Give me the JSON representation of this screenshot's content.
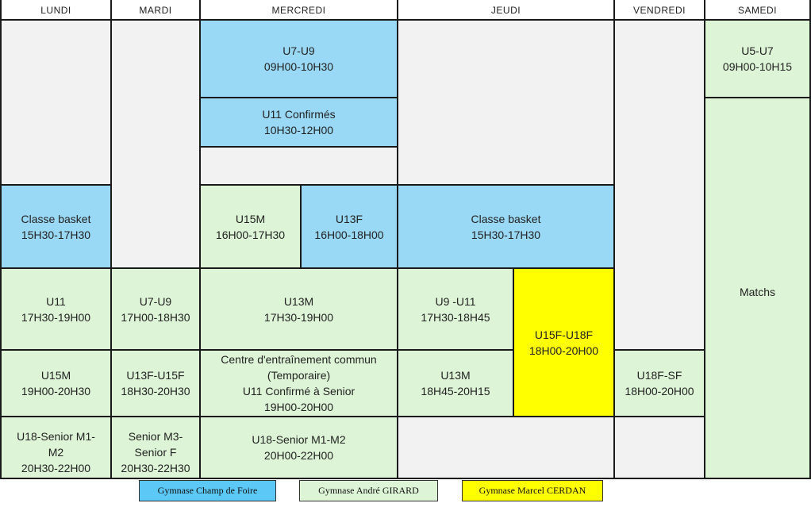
{
  "days": [
    "LUNDI",
    "MARDI",
    "MERCREDI",
    "JEUDI",
    "VENDREDI",
    "SAMEDI"
  ],
  "slots": {
    "mer_u7u9": [
      "U7-U9",
      "09H00-10H30"
    ],
    "mer_u11c": [
      "U11 Confirmés",
      "10H30-12H00"
    ],
    "sam_u5u7": [
      "U5-U7",
      "09H00-10H15"
    ],
    "sam_matchs": [
      "Matchs"
    ],
    "lun_classe": [
      "Classe basket",
      "15H30-17H30"
    ],
    "mer_u15m": [
      "U15M",
      "16H00-17H30"
    ],
    "mer_u13f": [
      "U13F",
      "16H00-18H00"
    ],
    "jeu_classe": [
      "Classe basket",
      "15H30-17H30"
    ],
    "lun_u11": [
      "U11",
      "17H30-19H00"
    ],
    "mar_u7u9": [
      "U7-U9",
      "17H00-18H30"
    ],
    "mer_u13m": [
      "U13M",
      "17H30-19H00"
    ],
    "jeu_u9u11": [
      "U9 -U11",
      "17H30-18H45"
    ],
    "jeu_u15f": [
      "U15F-U18F",
      "18H00-20H00"
    ],
    "lun_u15m": [
      "U15M",
      "19H00-20H30"
    ],
    "mar_u13f": [
      "U13F-U15F",
      "18H30-20H30"
    ],
    "mer_centre": [
      "Centre d'entraînement commun",
      "(Temporaire)",
      "U11 Confirmé à Senior",
      "19H00-20H00"
    ],
    "jeu_u13m": [
      "U13M",
      "18H45-20H15"
    ],
    "ven_u18f": [
      "U18F-SF",
      "18H00-20H00"
    ],
    "lun_u18": [
      "U18-Senior M1-",
      "M2",
      "20H30-22H00"
    ],
    "mar_senior": [
      "Senior M3-",
      "Senior F",
      "20H30-22H30"
    ],
    "mer_u18": [
      "U18-Senior M1-M2",
      "20H00-22H00"
    ]
  },
  "legend": {
    "champ": "Gymnase Champ de Foire",
    "girard": "Gymnase André GIRARD",
    "cerdan": "Gymnase Marcel CERDAN"
  },
  "colors": {
    "champ_de_foire": "#9ad9f6",
    "andre_girard": "#ddf4d7",
    "marcel_cerdan": "#ffff00",
    "empty": "#f2f2f2"
  }
}
